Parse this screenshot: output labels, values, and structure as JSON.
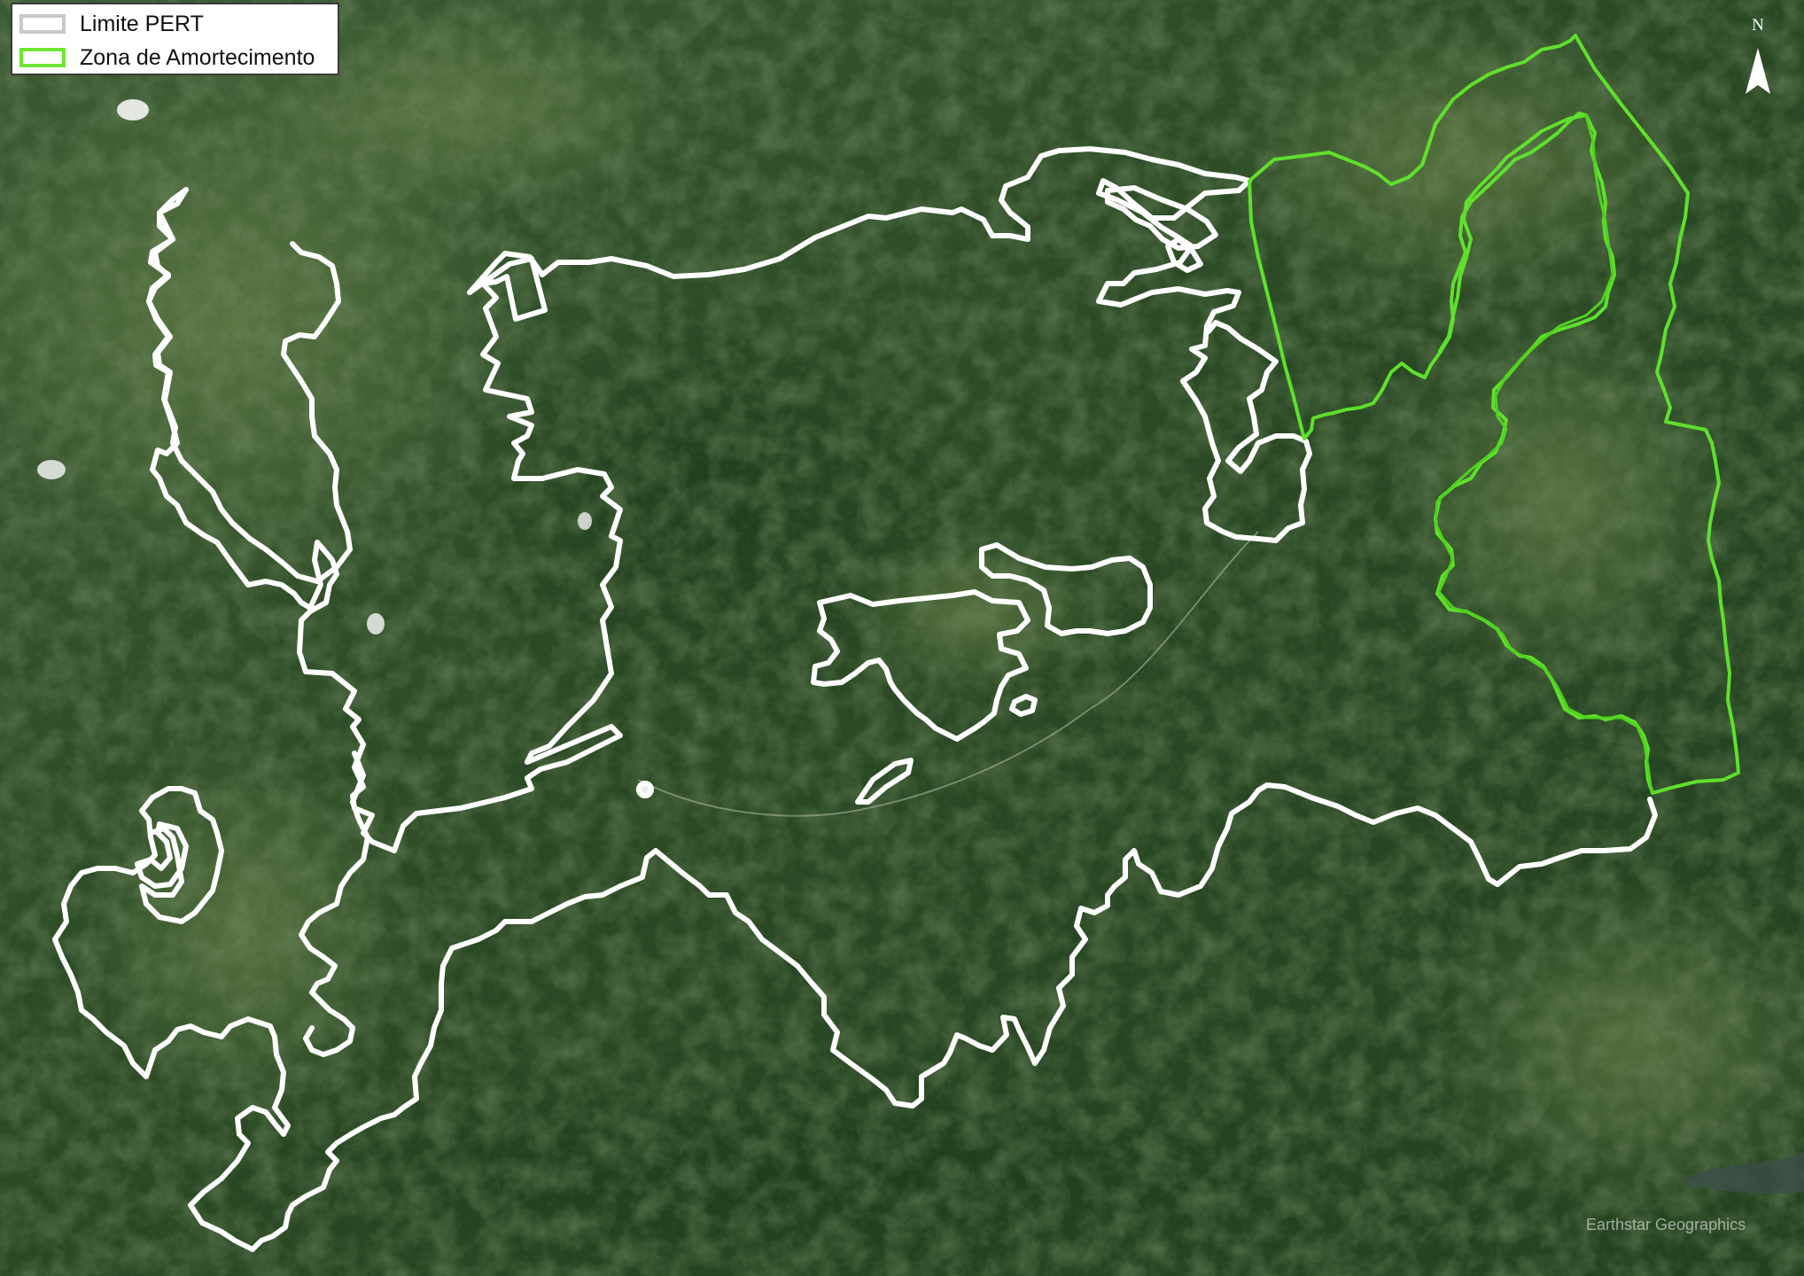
{
  "legend": {
    "items": [
      {
        "label": "Limite PERT",
        "color": "#c8c8c8"
      },
      {
        "label": "Zona de Amortecimento",
        "color": "#6ee634"
      }
    ]
  },
  "north_arrow": {
    "letter": "N"
  },
  "attribution": "Earthstar Geographics",
  "colors": {
    "pert_boundary": "#ffffff",
    "buffer_zone": "#5fe02c",
    "imagery_forest": "#2c4a25",
    "imagery_light": "#6f8a4c"
  }
}
